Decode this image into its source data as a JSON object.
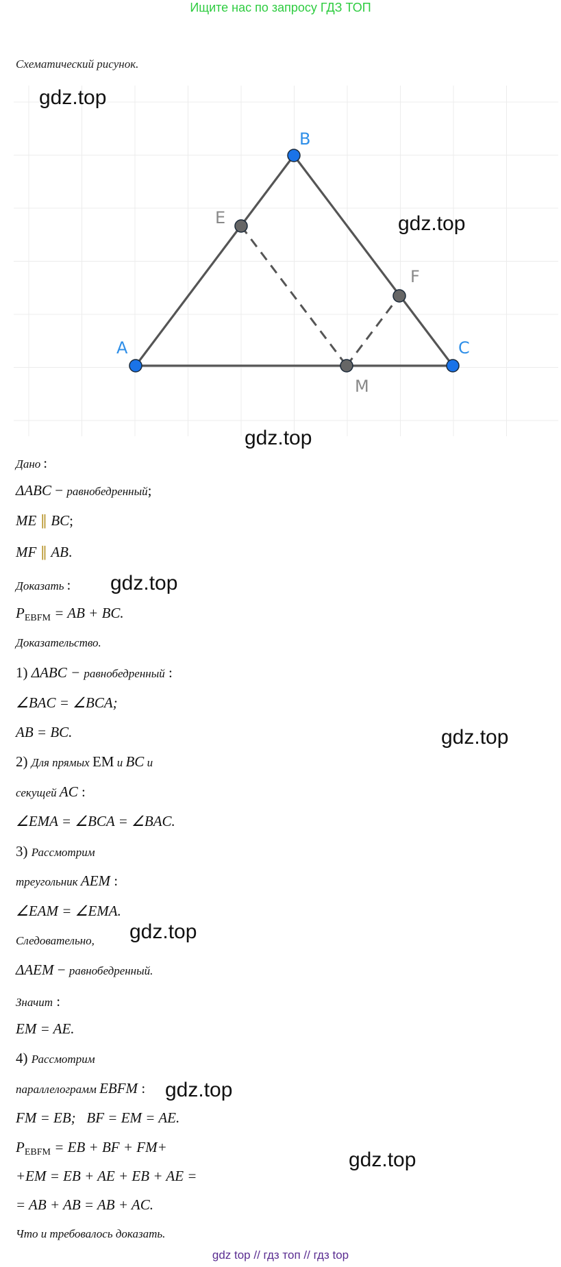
{
  "header": {
    "text": "Ищите нас по запросу ГДЗ ТОП"
  },
  "caption": "Схематический рисунок.",
  "diagram": {
    "points": [
      {
        "label": "A",
        "kind": "vertex",
        "color": "#1a73e8"
      },
      {
        "label": "B",
        "kind": "vertex",
        "color": "#1a73e8"
      },
      {
        "label": "C",
        "kind": "vertex",
        "color": "#1a73e8"
      },
      {
        "label": "E",
        "kind": "point",
        "color": "#666666"
      },
      {
        "label": "F",
        "kind": "point",
        "color": "#666666"
      },
      {
        "label": "M",
        "kind": "point",
        "color": "#666666"
      }
    ],
    "segments_solid": [
      "AB",
      "BC",
      "AC"
    ],
    "segments_dashed": [
      "EM",
      "MF"
    ],
    "line_color": "#555555"
  },
  "watermark": "gdz.top",
  "given": {
    "title": "Дано",
    "colon": ":",
    "l1_math": "ΔABC",
    "l1_dash": " − ",
    "l1_text": "равнобедренный",
    "l1_end": ";",
    "l2_a": "ME",
    "l2_par": " ∥ ",
    "l2_b": "BC",
    "l2_end": ";",
    "l3_a": "MF",
    "l3_par": " ∥ ",
    "l3_b": "AB",
    "l3_end": "."
  },
  "prove": {
    "title": "Доказать",
    "colon": ":",
    "p": "P",
    "sub": "EBFM",
    "rest": " = AB + BC."
  },
  "proof": {
    "title": "Доказательство.",
    "s1_num": "1) ",
    "s1_math": "ΔABC − ",
    "s1_text": "равнобедренный",
    "s1_colon": " :",
    "s1_l2": "∠BAC = ∠BCA;",
    "s1_l3": "AB = BC.",
    "s2_num": "2) ",
    "s2_text1": "Для прямых ",
    "s2_em": "EM",
    "s2_and1": " и ",
    "s2_bc": "BC",
    "s2_and2": " и",
    "s2_l2_text": "секущей ",
    "s2_l2_math": "AC",
    "s2_l2_colon": " :",
    "s2_l3": "∠EMA = ∠BCA = ∠BAC.",
    "s3_num": "3) ",
    "s3_text": "Рассмотрим",
    "s3_l2_text": "треугольник ",
    "s3_l2_math": "AEM",
    "s3_l2_colon": " :",
    "s3_l3": "∠EAM = ∠EMA.",
    "s3_l4": "Следовательно,",
    "s3_l5_math": "ΔAEM",
    "s3_l5_dash": " − ",
    "s3_l5_text": "равнобедренный.",
    "s3_l6": "Значит",
    "s3_l6_colon": " :",
    "s3_l7": "EM = AE.",
    "s4_num": "4) ",
    "s4_text": "Рассмотрим",
    "s4_l2_text": "параллелограмм ",
    "s4_l2_math": "EBFM",
    "s4_l2_colon": " :",
    "s4_l3": "FM = EB;   BF = EM = AE.",
    "s4_l4_p": "P",
    "s4_l4_sub": "EBFM",
    "s4_l4_rest": " = EB + BF + FM+",
    "s4_l5": "+EM = EB + AE + EB + AE =",
    "s4_l6": "= AB + AB = AB + AC.",
    "conclusion": "Что и требовалось доказать."
  },
  "footer": {
    "links": [
      "gdz top",
      "гдз топ",
      "гдз top"
    ],
    "separator": " // "
  }
}
